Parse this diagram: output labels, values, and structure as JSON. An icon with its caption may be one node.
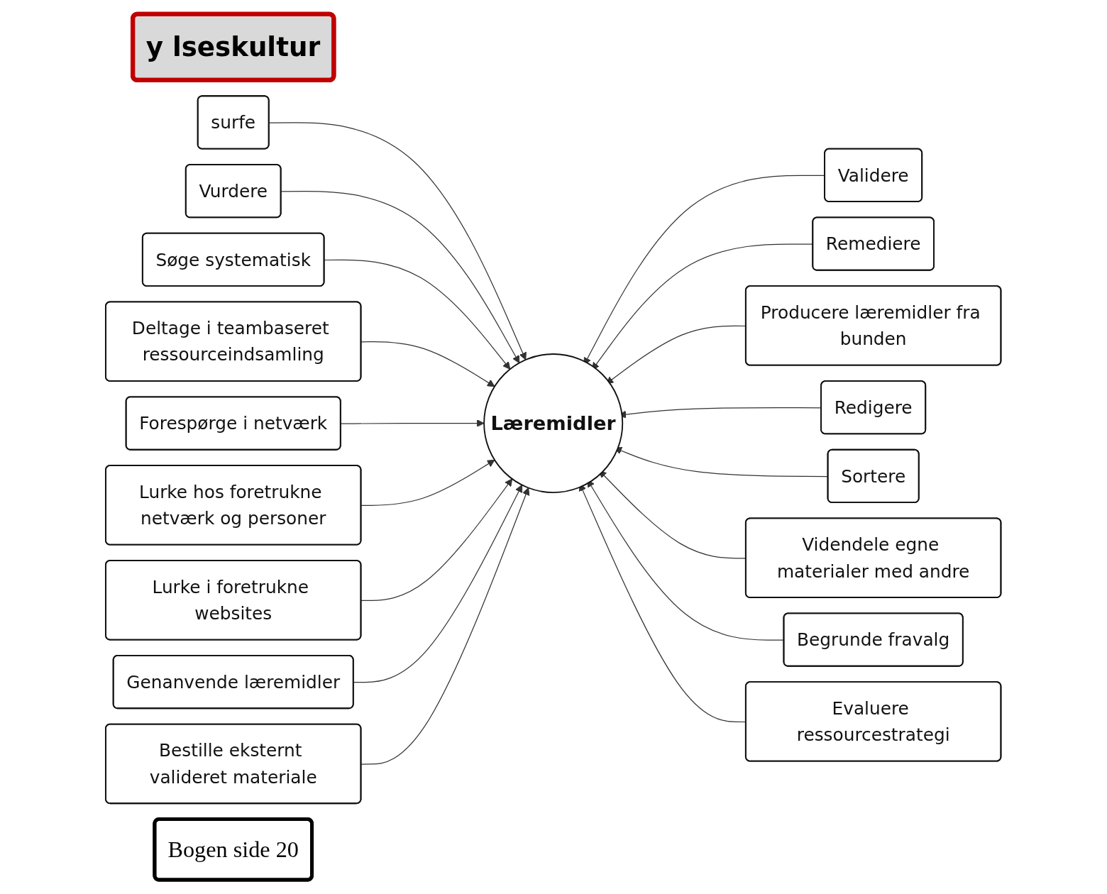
{
  "diagram": {
    "nodes": [
      {
        "text": [
          "y lseskultur"
        ]
      },
      {
        "text": [
          "surfe"
        ]
      },
      {
        "text": [
          "Vurdere"
        ]
      },
      {
        "text": [
          "Validere"
        ]
      },
      {
        "text": [
          "Søge systematisk"
        ]
      },
      {
        "text": [
          "Remediere"
        ]
      },
      {
        "text": [
          "Deltage i teambaseret ressourceindsamling"
        ]
      },
      {
        "text": [
          "Producere læremidler fra bunden"
        ]
      },
      {
        "text": [
          "Forespørge i netværk"
        ]
      },
      {
        "text": [
          "Redigere"
        ]
      },
      {
        "text": [
          "Lurke hos foretrukne netværk og personer"
        ]
      },
      {
        "text": [
          "Læremidler"
        ]
      },
      {
        "text": [
          "Sortere"
        ]
      },
      {
        "text": [
          "Lurke i foretrukne websites"
        ]
      },
      {
        "text": [
          "Videndele egne materialer med andre"
        ]
      },
      {
        "text": [
          "Genanvende læremidler"
        ]
      },
      {
        "text": [
          "Begrunde fravalg"
        ]
      },
      {
        "text": [
          "Bestille eksternt valideret materiale"
        ]
      },
      {
        "text": [
          "Evaluere ressourcestrategi"
        ]
      },
      {
        "text": [
          "Bogen side 20"
        ]
      }
    ],
    "edges": [
      {
        "from": 1,
        "to": 11,
        "arrow": "to"
      },
      {
        "from": 2,
        "to": 11,
        "arrow": "to"
      },
      {
        "from": 3,
        "to": 11,
        "arrow": "to"
      },
      {
        "from": 4,
        "to": 11,
        "arrow": "to"
      },
      {
        "from": 5,
        "to": 11,
        "arrow": "to"
      },
      {
        "from": 6,
        "to": 11,
        "arrow": "to"
      },
      {
        "from": 7,
        "to": 11,
        "arrow": "to"
      },
      {
        "from": 8,
        "to": 11,
        "arrow": "to"
      },
      {
        "from": 9,
        "to": 11,
        "arrow": "to"
      },
      {
        "from": 10,
        "to": 11,
        "arrow": "to"
      },
      {
        "from": 12,
        "to": 11,
        "arrow": "to"
      },
      {
        "from": 13,
        "to": 11,
        "arrow": "to"
      },
      {
        "from": 14,
        "to": 11,
        "arrow": "to"
      },
      {
        "from": 15,
        "to": 11,
        "arrow": "to"
      },
      {
        "from": 16,
        "to": 11,
        "arrow": "to"
      },
      {
        "from": 17,
        "to": 11,
        "arrow": "to"
      },
      {
        "from": 18,
        "to": 11,
        "arrow": "to"
      }
    ]
  }
}
